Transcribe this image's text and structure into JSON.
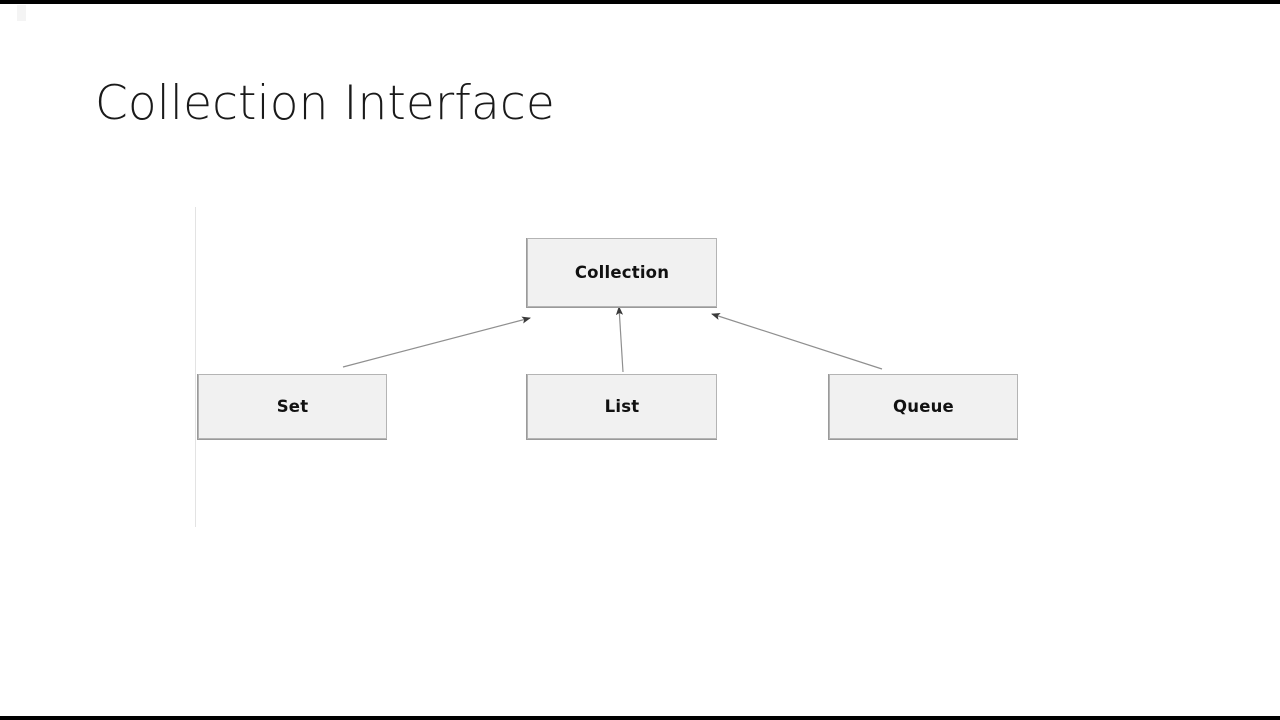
{
  "slide": {
    "title": "Collection Interface",
    "background_color": "#ffffff",
    "title_color": "#1a1a1a"
  },
  "diagram": {
    "type": "hierarchy",
    "box_fill_color": "#f1f1f1",
    "box_border_color": "#b4b4b4",
    "box_shadow_color": "#9a9a9a",
    "connector_color": "#808080",
    "arrowhead_color": "#3a3a3a",
    "nodes": [
      {
        "id": "collection",
        "label": "Collection",
        "level": "parent"
      },
      {
        "id": "set",
        "label": "Set",
        "level": "child"
      },
      {
        "id": "list",
        "label": "List",
        "level": "child"
      },
      {
        "id": "queue",
        "label": "Queue",
        "level": "child"
      }
    ],
    "edges": [
      {
        "from": "set",
        "to": "collection"
      },
      {
        "from": "list",
        "to": "collection"
      },
      {
        "from": "queue",
        "to": "collection"
      }
    ]
  }
}
